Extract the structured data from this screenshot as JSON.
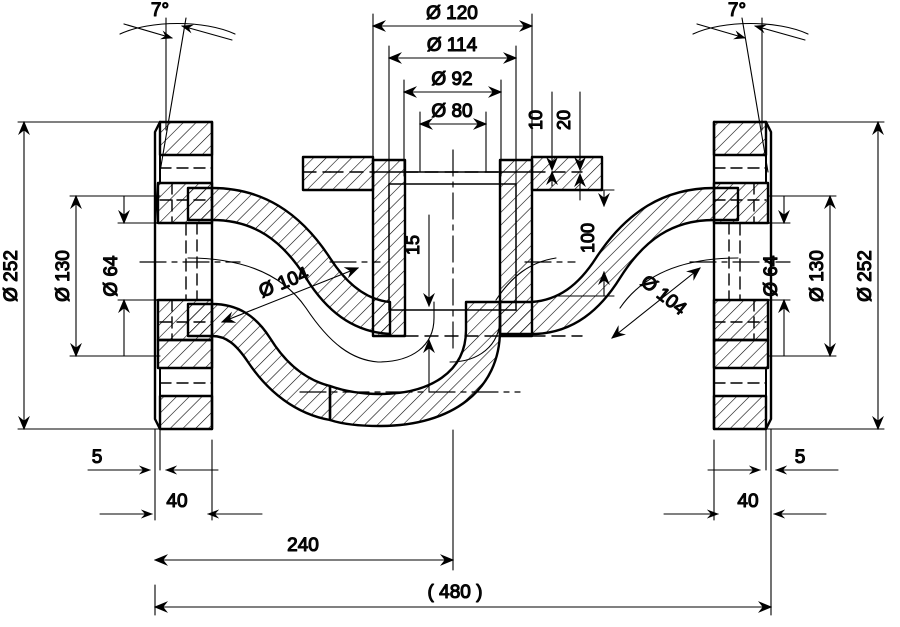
{
  "drawing": {
    "type": "mechanical-section-drawing",
    "subject": "Flanged running trap (P-trap) cross-section",
    "projection": "full section with hatching",
    "units": "mm",
    "background_color": "#ffffff",
    "line_color": "#000000",
    "text_color": "#111111"
  },
  "dimensions": {
    "angle_left": "7°",
    "angle_right": "7°",
    "top": [
      {
        "id": "d120",
        "label": "Ø 120"
      },
      {
        "id": "d114",
        "label": "Ø 114"
      },
      {
        "id": "d92",
        "label": "Ø 92"
      },
      {
        "id": "d80",
        "label": "Ø 80"
      }
    ],
    "top_right_vertical": [
      {
        "id": "t10",
        "label": "10"
      },
      {
        "id": "t20",
        "label": "20"
      }
    ],
    "left_vertical": [
      {
        "id": "l252",
        "label": "Ø 252"
      },
      {
        "id": "l130",
        "label": "Ø 130"
      },
      {
        "id": "l64",
        "label": "Ø 64"
      }
    ],
    "right_vertical": [
      {
        "id": "r64",
        "label": "Ø 64"
      },
      {
        "id": "r130",
        "label": "Ø 130"
      },
      {
        "id": "r252",
        "label": "Ø 252"
      }
    ],
    "interior": [
      {
        "id": "i15",
        "label": "15"
      },
      {
        "id": "i100",
        "label": "100"
      },
      {
        "id": "b104l",
        "label": "Ø 104"
      },
      {
        "id": "b104r",
        "label": "Ø 104"
      }
    ],
    "bottom": [
      {
        "id": "b5l",
        "label": "5"
      },
      {
        "id": "b40l",
        "label": "40"
      },
      {
        "id": "b5r",
        "label": "5"
      },
      {
        "id": "b40r",
        "label": "40"
      },
      {
        "id": "b240",
        "label": "240"
      },
      {
        "id": "b480",
        "label": "( 480 )"
      }
    ]
  }
}
